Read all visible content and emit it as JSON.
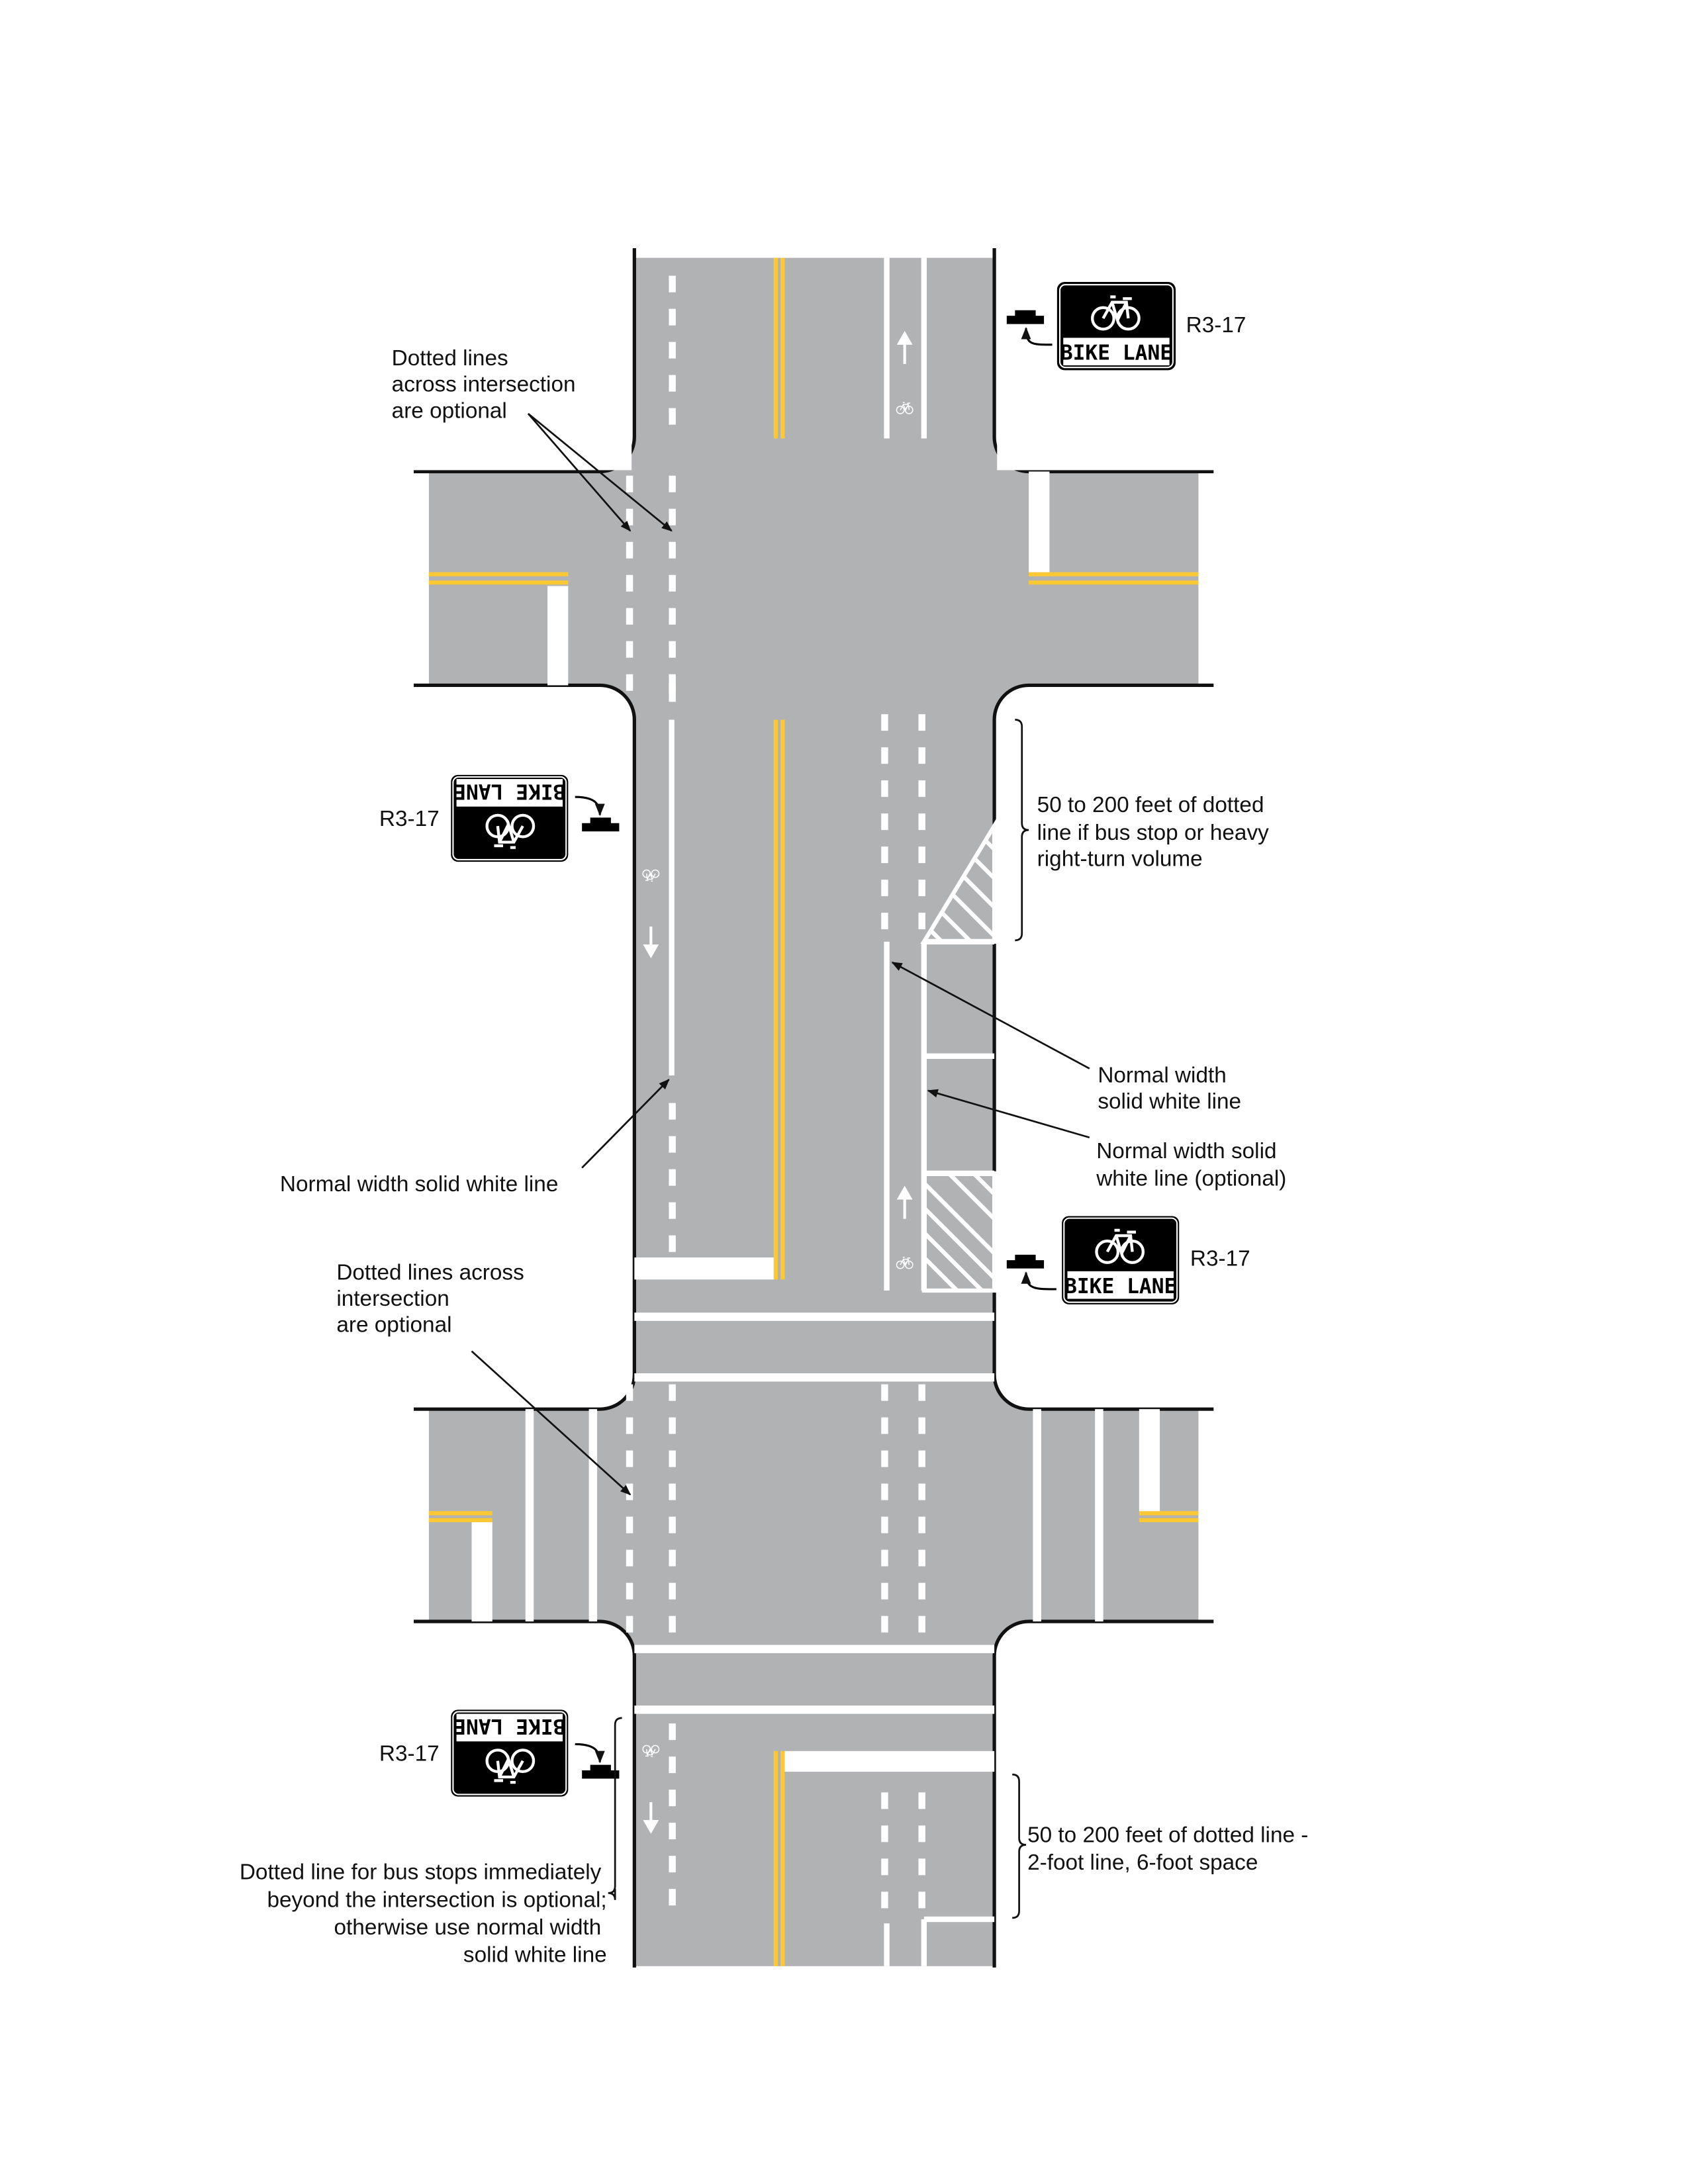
{
  "colors": {
    "road": "#b1b2b4",
    "marking_white": "#ffffff",
    "marking_yellow": "#fcc934",
    "curb": "#111111"
  },
  "sign": {
    "code": "R3-17",
    "label": "BIKE LANE"
  },
  "labels": {
    "dotted_top": [
      "Dotted lines",
      "across intersection",
      "are optional"
    ],
    "dotted_bottom": [
      "Dotted lines across",
      "intersection",
      "are optional"
    ],
    "feet_dotted_bus": [
      "50 to 200 feet of dotted",
      "line if bus stop or heavy",
      "right-turn volume"
    ],
    "normal_solid_right": [
      "Normal width",
      "solid white line"
    ],
    "normal_solid_optional": [
      "Normal width solid",
      "white line (optional)"
    ],
    "normal_solid_left": [
      "Normal width solid white line"
    ],
    "bus_stop_note": [
      "Dotted line for bus stops immediately",
      "beyond the intersection is optional;",
      "otherwise use normal width",
      "solid white line"
    ],
    "feet_dotted_spacing": [
      "50 to 200 feet of dotted line -",
      "2-foot line, 6-foot space"
    ]
  }
}
